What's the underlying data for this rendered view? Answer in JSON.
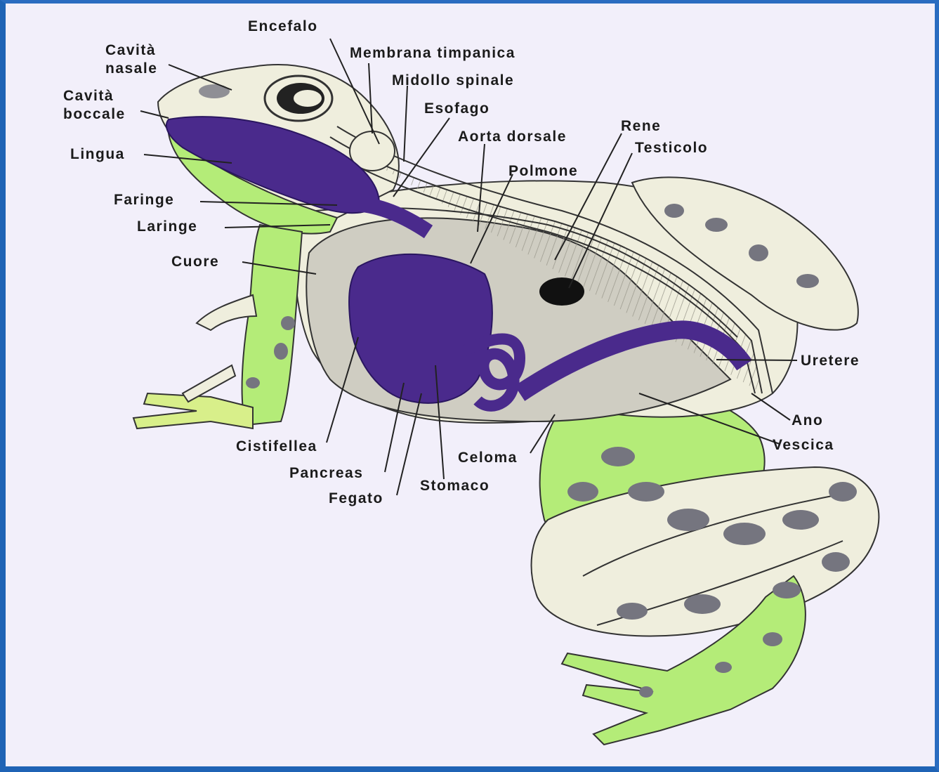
{
  "labels": {
    "encefalo": "Encefalo",
    "membrana_timpanica": "Membrana timpanica",
    "cavita_nasale_1": "Cavità",
    "cavita_nasale_2": "nasale",
    "midollo_spinale": "Midollo spinale",
    "cavita_boccale_1": "Cavità",
    "cavita_boccale_2": "boccale",
    "esofago": "Esofago",
    "rene": "Rene",
    "aorta_dorsale": "Aorta dorsale",
    "testicolo": "Testicolo",
    "lingua": "Lingua",
    "polmone": "Polmone",
    "faringe": "Faringe",
    "laringe": "Laringe",
    "cuore": "Cuore",
    "uretere": "Uretere",
    "ano": "Ano",
    "vescica": "Vescica",
    "cistifellea": "Cistifellea",
    "celoma": "Celoma",
    "pancreas": "Pancreas",
    "stomaco": "Stomaco",
    "fegato": "Fegato"
  },
  "colors": {
    "frame": "#1f63b5",
    "background": "#f2effa",
    "skin_green": "#a8e86a",
    "skin_cream": "#f1f0e0",
    "organ_purple": "#4a2a8c",
    "spots": "#6f6f7a",
    "cavity": "#c9c7bd",
    "line": "#222222"
  }
}
